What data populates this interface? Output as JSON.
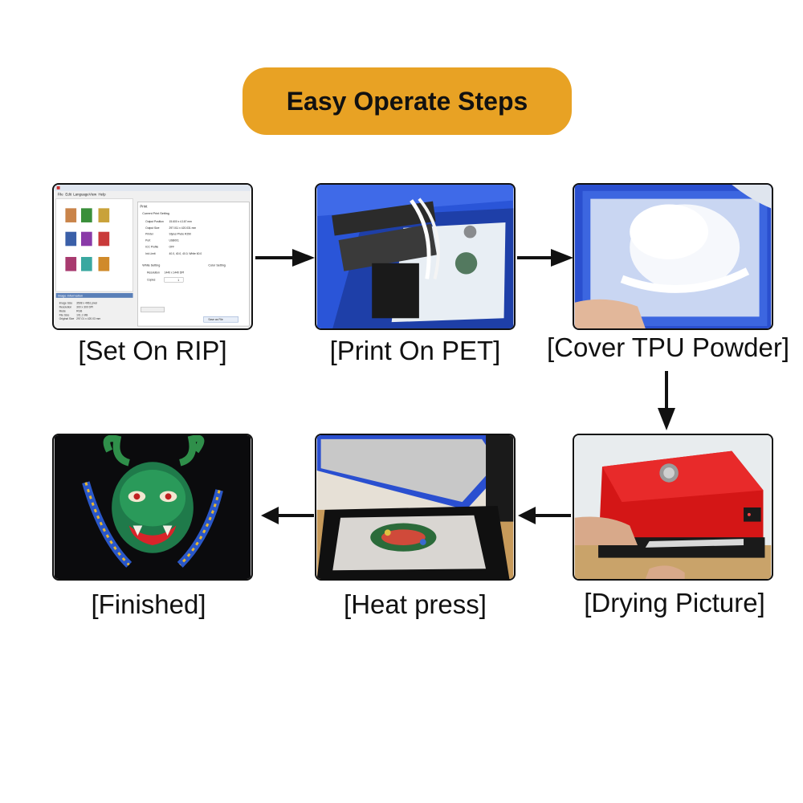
{
  "title": "Easy Operate Steps",
  "colors": {
    "accent": "#E8A224",
    "border": "#111111",
    "machine_blue": "#1f4fd6",
    "dryer_red": "#e01a1a"
  },
  "steps": [
    {
      "caption": "[Set On RIP]"
    },
    {
      "caption": "[Print On PET]"
    },
    {
      "caption": "[Cover TPU Powder]"
    },
    {
      "caption": "[Drying Picture]"
    },
    {
      "caption": "[Heat press]"
    },
    {
      "caption": "[Finished]"
    }
  ],
  "rip_window": {
    "menu": [
      "File",
      "Edit",
      "Language",
      "View",
      "Help"
    ],
    "panel_title": "Print",
    "section_current": "Current Print Setting",
    "fields": [
      {
        "label": "Output Position",
        "value": "15.600 x 4.167 mm"
      },
      {
        "label": "Output Size",
        "value": "297.011 x 420.031 mm"
      },
      {
        "label": "Printer",
        "value": "Stylus Photo R290"
      },
      {
        "label": "Port",
        "value": "USB001"
      },
      {
        "label": "ICC Profile",
        "value": "OFF"
      },
      {
        "label": "Ink Limit",
        "value": "40.0, 40.0, 40.0, White 60.0"
      }
    ],
    "section_white": "White Setting",
    "section_color": "Color Setting",
    "resolution_label": "Resolution",
    "resolution_value": "1440 x 1440 DPI",
    "copies_label": "Copies",
    "copies_value": "1",
    "info_header": "Image Information",
    "info_rows": [
      {
        "label": "Image Size",
        "value": "3508 x 4961 pixel"
      },
      {
        "label": "Resolution",
        "value": "300 x 300 DPI"
      },
      {
        "label": "Mode",
        "value": "RGB"
      },
      {
        "label": "File Size",
        "value": "101.1 MB"
      },
      {
        "label": "Original Size",
        "value": "297.01 x 420.03 mm"
      }
    ],
    "save_button": "Save as File"
  }
}
